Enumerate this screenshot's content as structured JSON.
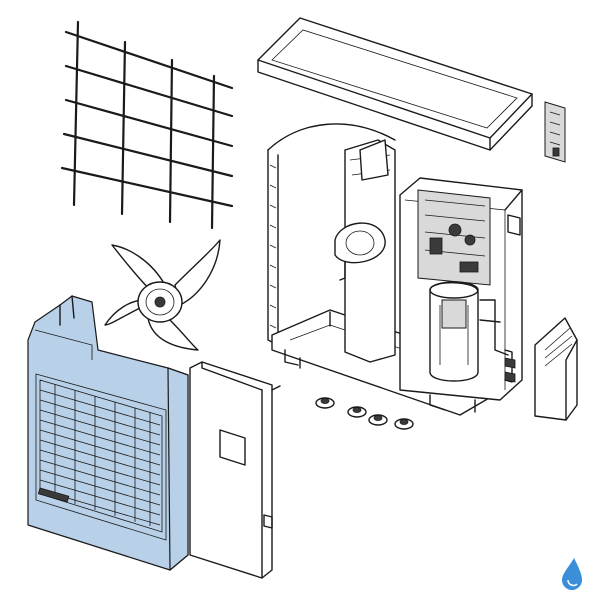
{
  "diagram": {
    "highlight_color": "#b8d0e8",
    "parts": [
      {
        "name": "rear-grille"
      },
      {
        "name": "top-panel"
      },
      {
        "name": "small-bracket"
      },
      {
        "name": "fan-blade"
      },
      {
        "name": "chassis-frame"
      },
      {
        "name": "front-panel-highlighted"
      },
      {
        "name": "side-panel"
      },
      {
        "name": "valve-cover"
      },
      {
        "name": "rubber-feet"
      }
    ],
    "logo_icon": "water-drop-logo-icon",
    "logo_color": "#3a8fd8"
  }
}
